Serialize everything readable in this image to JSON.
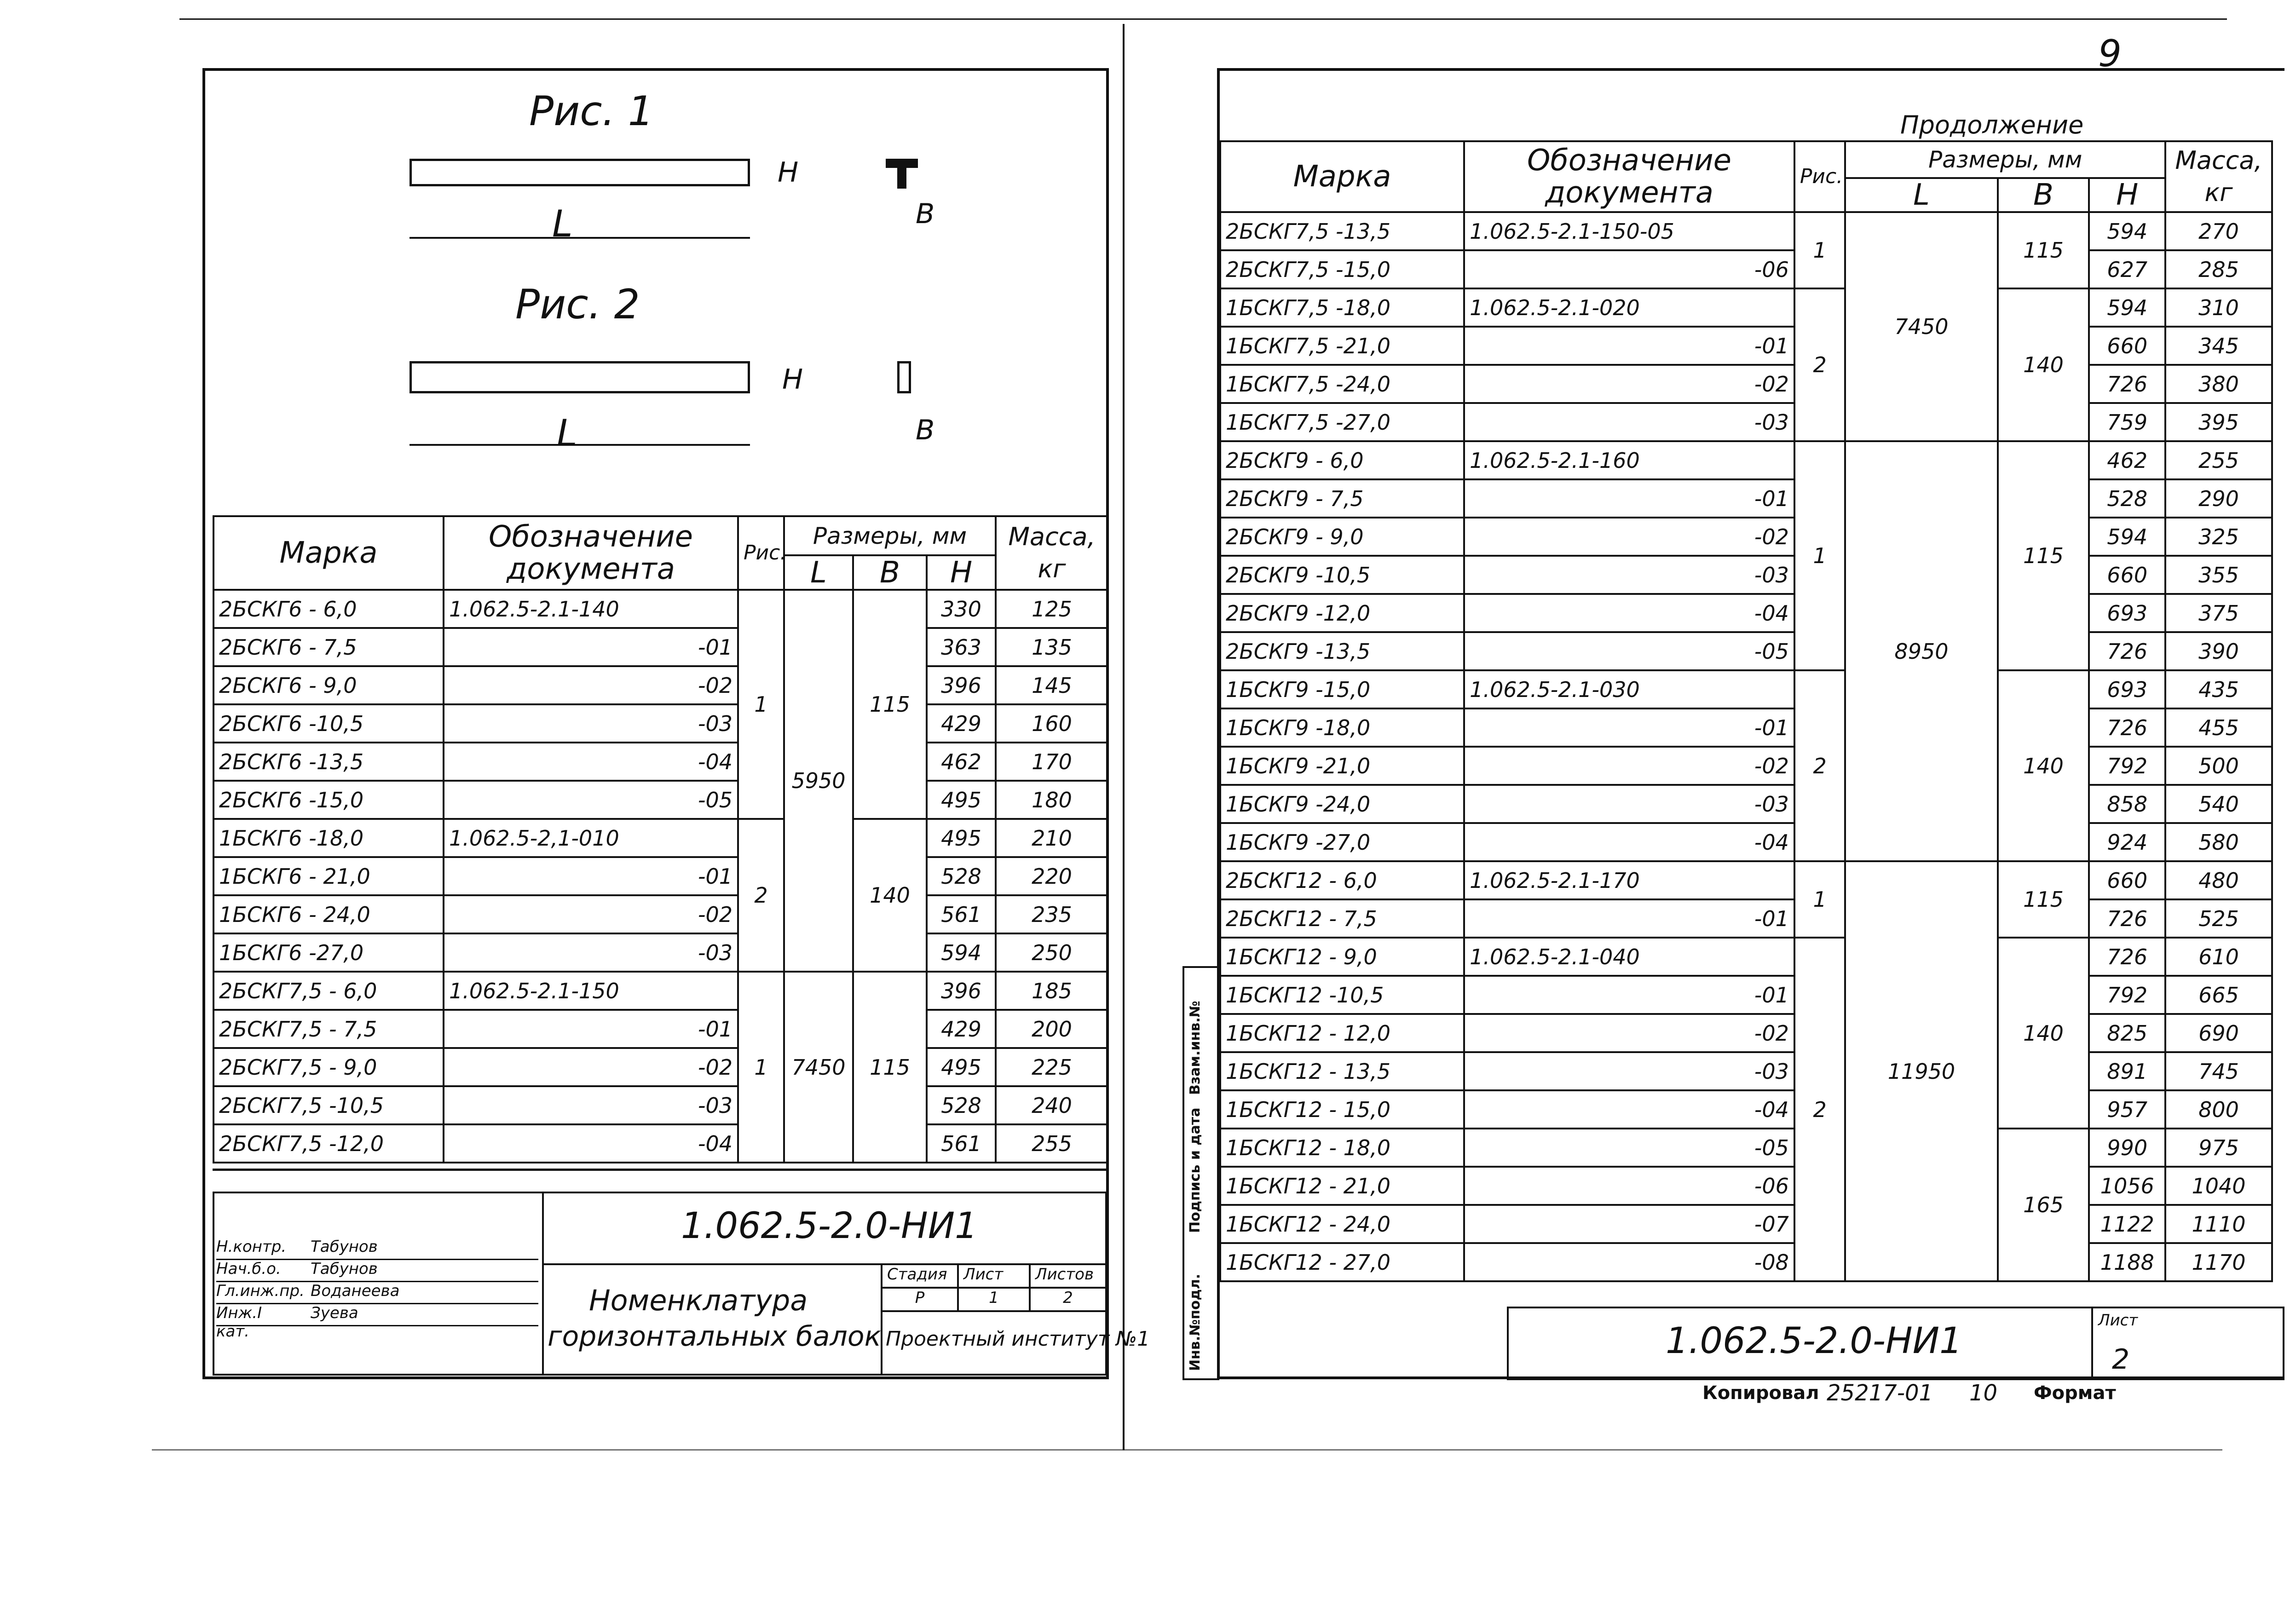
{
  "page_number": "9",
  "figures": {
    "fig1": "Рис. 1",
    "fig2": "Рис. 2",
    "dim_l": "L",
    "dim_h": "H",
    "dim_b": "В"
  },
  "left_table": {
    "headers": {
      "mark": "Марка",
      "doc": "Обозначение документа",
      "fig": "Рис.",
      "sizes": "Размеры, мм",
      "l": "L",
      "b": "В",
      "h": "H",
      "mass": "Масса, кг"
    },
    "rows": [
      {
        "mark": "2БСКГ6 - 6,0",
        "doc": "1.062.5-2.1-140",
        "h": "330",
        "mass": "125"
      },
      {
        "mark": "2БСКГ6 - 7,5",
        "doc": "-01",
        "h": "363",
        "mass": "135"
      },
      {
        "mark": "2БСКГ6 - 9,0",
        "doc": "-02",
        "h": "396",
        "mass": "145"
      },
      {
        "mark": "2БСКГ6 -10,5",
        "doc": "-03",
        "h": "429",
        "mass": "160"
      },
      {
        "mark": "2БСКГ6 -13,5",
        "doc": "-04",
        "h": "462",
        "mass": "170"
      },
      {
        "mark": "2БСКГ6 -15,0",
        "doc": "-05",
        "h": "495",
        "mass": "180"
      },
      {
        "mark": "1БСКГ6 -18,0",
        "doc": "1.062.5-2,1-010",
        "h": "495",
        "mass": "210"
      },
      {
        "mark": "1БСКГ6 - 21,0",
        "doc": "-01",
        "h": "528",
        "mass": "220"
      },
      {
        "mark": "1БСКГ6 - 24,0",
        "doc": "-02",
        "h": "561",
        "mass": "235"
      },
      {
        "mark": "1БСКГ6 -27,0",
        "doc": "-03",
        "h": "594",
        "mass": "250"
      },
      {
        "mark": "2БСКГ7,5 - 6,0",
        "doc": "1.062.5-2.1-150",
        "h": "396",
        "mass": "185"
      },
      {
        "mark": "2БСКГ7,5 - 7,5",
        "doc": "-01",
        "h": "429",
        "mass": "200"
      },
      {
        "mark": "2БСКГ7,5 - 9,0",
        "doc": "-02",
        "h": "495",
        "mass": "225"
      },
      {
        "mark": "2БСКГ7,5 -10,5",
        "doc": "-03",
        "h": "528",
        "mass": "240"
      },
      {
        "mark": "2БСКГ7,5 -12,0",
        "doc": "-04",
        "h": "561",
        "mass": "255"
      }
    ],
    "merged": {
      "fig_1": "1",
      "fig_2": "2",
      "fig_3": "1",
      "l_1": "5950",
      "l_2": "7450",
      "b_1": "115",
      "b_2": "140",
      "b_3": "115"
    }
  },
  "stamp": {
    "code": "1.062.5-2.0-НИ1",
    "title_line1": "Номенклатура",
    "title_line2": "горизонтальных балок",
    "stage_label": "Стадия",
    "sheet_label": "Лист",
    "sheets_label": "Листов",
    "stage": "Р",
    "sheet": "1",
    "sheets": "2",
    "org": "Проектный институт №1",
    "people": [
      {
        "role": "Н.контр.",
        "name": "Табунов"
      },
      {
        "role": "Нач.б.о.",
        "name": "Табунов"
      },
      {
        "role": "Гл.инж.пр.",
        "name": "Воданеева"
      },
      {
        "role": "Инж.I кат.",
        "name": "Зуева"
      }
    ]
  },
  "right_table": {
    "continuation": "Продолжение",
    "headers": {
      "mark": "Марка",
      "doc": "Обозначение документа",
      "fig": "Рис.",
      "sizes": "Размеры, мм",
      "l": "L",
      "b": "В",
      "h": "H",
      "mass": "Масса, кг"
    },
    "rows": [
      {
        "mark": "2БСКГ7,5 -13,5",
        "doc": "1.062.5-2.1-150-05",
        "h": "594",
        "mass": "270"
      },
      {
        "mark": "2БСКГ7,5 -15,0",
        "doc": "-06",
        "h": "627",
        "mass": "285"
      },
      {
        "mark": "1БСКГ7,5 -18,0",
        "doc": "1.062.5-2.1-020",
        "h": "594",
        "mass": "310"
      },
      {
        "mark": "1БСКГ7,5 -21,0",
        "doc": "-01",
        "h": "660",
        "mass": "345"
      },
      {
        "mark": "1БСКГ7,5 -24,0",
        "doc": "-02",
        "h": "726",
        "mass": "380"
      },
      {
        "mark": "1БСКГ7,5 -27,0",
        "doc": "-03",
        "h": "759",
        "mass": "395"
      },
      {
        "mark": "2БСКГ9 - 6,0",
        "doc": "1.062.5-2.1-160",
        "h": "462",
        "mass": "255"
      },
      {
        "mark": "2БСКГ9 - 7,5",
        "doc": "-01",
        "h": "528",
        "mass": "290"
      },
      {
        "mark": "2БСКГ9 - 9,0",
        "doc": "-02",
        "h": "594",
        "mass": "325"
      },
      {
        "mark": "2БСКГ9 -10,5",
        "doc": "-03",
        "h": "660",
        "mass": "355"
      },
      {
        "mark": "2БСКГ9 -12,0",
        "doc": "-04",
        "h": "693",
        "mass": "375"
      },
      {
        "mark": "2БСКГ9 -13,5",
        "doc": "-05",
        "h": "726",
        "mass": "390"
      },
      {
        "mark": "1БСКГ9 -15,0",
        "doc": "1.062.5-2.1-030",
        "h": "693",
        "mass": "435"
      },
      {
        "mark": "1БСКГ9 -18,0",
        "doc": "-01",
        "h": "726",
        "mass": "455"
      },
      {
        "mark": "1БСКГ9 -21,0",
        "doc": "-02",
        "h": "792",
        "mass": "500"
      },
      {
        "mark": "1БСКГ9 -24,0",
        "doc": "-03",
        "h": "858",
        "mass": "540"
      },
      {
        "mark": "1БСКГ9 -27,0",
        "doc": "-04",
        "h": "924",
        "mass": "580"
      },
      {
        "mark": "2БСКГ12 - 6,0",
        "doc": "1.062.5-2.1-170",
        "h": "660",
        "mass": "480"
      },
      {
        "mark": "2БСКГ12 - 7,5",
        "doc": "-01",
        "h": "726",
        "mass": "525"
      },
      {
        "mark": "1БСКГ12 - 9,0",
        "doc": "1.062.5-2.1-040",
        "h": "726",
        "mass": "610"
      },
      {
        "mark": "1БСКГ12 -10,5",
        "doc": "-01",
        "h": "792",
        "mass": "665"
      },
      {
        "mark": "1БСКГ12 - 12,0",
        "doc": "-02",
        "h": "825",
        "mass": "690"
      },
      {
        "mark": "1БСКГ12 - 13,5",
        "doc": "-03",
        "h": "891",
        "mass": "745"
      },
      {
        "mark": "1БСКГ12 - 15,0",
        "doc": "-04",
        "h": "957",
        "mass": "800"
      },
      {
        "mark": "1БСКГ12 - 18,0",
        "doc": "-05",
        "h": "990",
        "mass": "975"
      },
      {
        "mark": "1БСКГ12 - 21,0",
        "doc": "-06",
        "h": "1056",
        "mass": "1040"
      },
      {
        "mark": "1БСКГ12 - 24,0",
        "doc": "-07",
        "h": "1122",
        "mass": "1110"
      },
      {
        "mark": "1БСКГ12 - 27,0",
        "doc": "-08",
        "h": "1188",
        "mass": "1170"
      }
    ],
    "merged": {
      "fig_1": "1",
      "fig_2": "2",
      "fig_3": "1",
      "fig_4": "2",
      "fig_5": "1",
      "fig_6": "2",
      "l_1": "7450",
      "l_2": "8950",
      "l_3": "11950",
      "b_1": "115",
      "b_2": "140",
      "b_3": "115",
      "b_4": "140",
      "b_5": "115",
      "b_6": "140",
      "b_7": "165"
    }
  },
  "right_stamp": {
    "code": "1.062.5-2.0-НИ1",
    "sheet_label": "Лист",
    "sheet": "2"
  },
  "side_labels": [
    "Инв.№подл.",
    "Подпись и дата",
    "Взам.инв.№"
  ],
  "footer": {
    "copied": "Копировал",
    "number": "25217-01",
    "num2": "10",
    "format": "Формат"
  }
}
